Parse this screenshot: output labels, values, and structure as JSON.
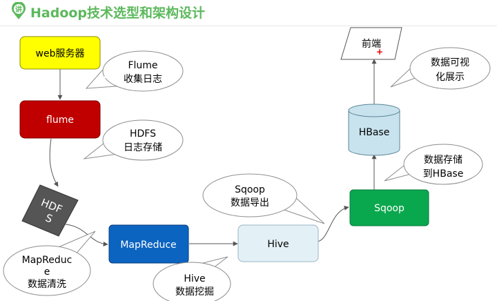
{
  "header": {
    "title": "Hadoop技术选型和架构设计",
    "logo_text": "讲"
  },
  "nodes": {
    "web": {
      "label": "web服务器",
      "color": "#ffff00",
      "text_color": "#000000"
    },
    "flume": {
      "label": "flume",
      "color": "#c00000",
      "text_color": "#ffffff"
    },
    "hdfs": {
      "line1": "HDF",
      "line2": "S",
      "color": "#555555",
      "text_color": "#ffffff"
    },
    "mapreduce": {
      "label": "MapReduce",
      "color": "#0b64c0",
      "text_color": "#ffffff"
    },
    "hive": {
      "label": "Hive",
      "color": "#e3f1f7",
      "text_color": "#000000"
    },
    "sqoop": {
      "label": "Sqoop",
      "color": "#0aa84e",
      "text_color": "#ffffff"
    },
    "hbase": {
      "label": "HBase",
      "color": "#c8e3ee",
      "text_color": "#000000"
    },
    "frontend": {
      "label": "前端",
      "marker": "+",
      "color": "#ffffff",
      "text_color": "#000000"
    }
  },
  "callouts": {
    "flume_collect": {
      "line1": "Flume",
      "line2": "收集日志"
    },
    "hdfs_store": {
      "line1": "HDFS",
      "line2": "日志存储"
    },
    "mr_clean": {
      "line1": "MapReduc",
      "line2": "e",
      "line3": "数据清洗"
    },
    "hive_mine": {
      "line1": "Hive",
      "line2": "数据挖掘"
    },
    "sqoop_export": {
      "line1": "Sqoop",
      "line2": "数据导出"
    },
    "store_hbase": {
      "line1": "数据存储",
      "line2": "到HBase"
    },
    "visualize": {
      "line1": "数据可视",
      "line2": "化展示"
    }
  },
  "colors": {
    "callout_fill": "#ffffff",
    "callout_stroke": "#8c8c8c",
    "connector": "#555555",
    "title": "#5cb85c",
    "accent_marker": "#e60000"
  }
}
